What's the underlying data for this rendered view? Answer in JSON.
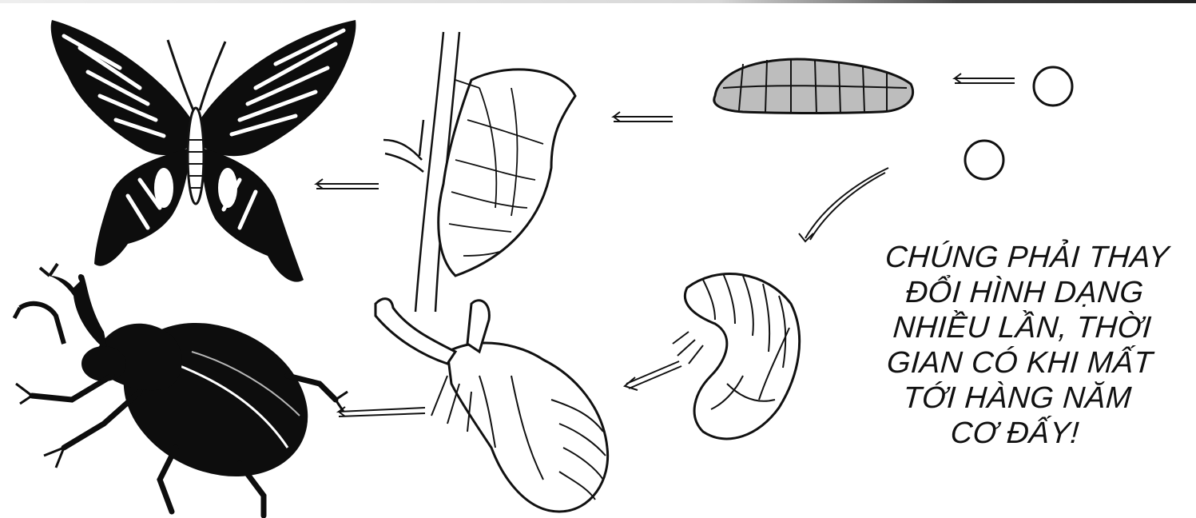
{
  "caption": {
    "lines": [
      "CHÚNG PHẢI THAY",
      "ĐỔI HÌNH DẠNG",
      "NHIỀU LẦN, THỜI",
      "GIAN CÓ KHI MẤT",
      "TỚI HÀNG NĂM",
      "CƠ ĐẤY!"
    ]
  },
  "illustration": {
    "stages": [
      "butterfly-egg",
      "caterpillar",
      "chrysalis",
      "butterfly",
      "beetle-egg",
      "beetle-grub",
      "beetle-pupa",
      "rhinoceros-beetle"
    ],
    "ink_color": "#0d0d0d",
    "paper_color": "#ffffff"
  }
}
